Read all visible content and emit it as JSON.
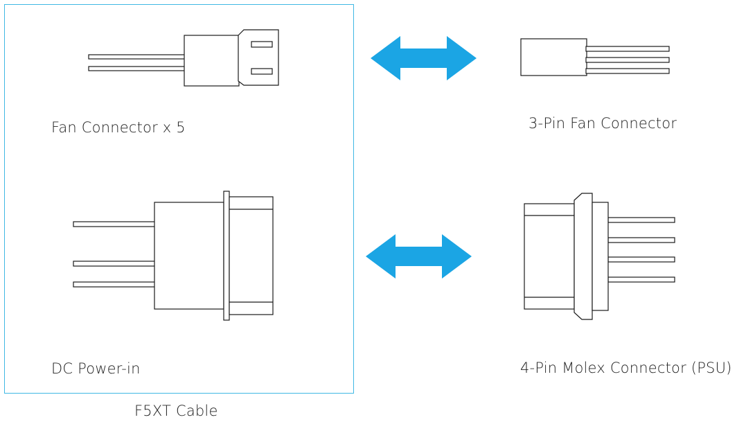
{
  "group": {
    "caption": "F5XT Cable",
    "border_color": "#3fb8e4"
  },
  "left": {
    "fan_label": "Fan Connector x 5",
    "power_label": "DC Power-in"
  },
  "right": {
    "fan_label": "3-Pin Fan Connector",
    "molex_label": "4-Pin Molex Connector (PSU)"
  },
  "colors": {
    "arrow": "#1ba5e4",
    "stroke": "#1a1a1a"
  },
  "icons": {
    "top_arrow": "double-arrow-icon",
    "bottom_arrow": "double-arrow-icon"
  }
}
